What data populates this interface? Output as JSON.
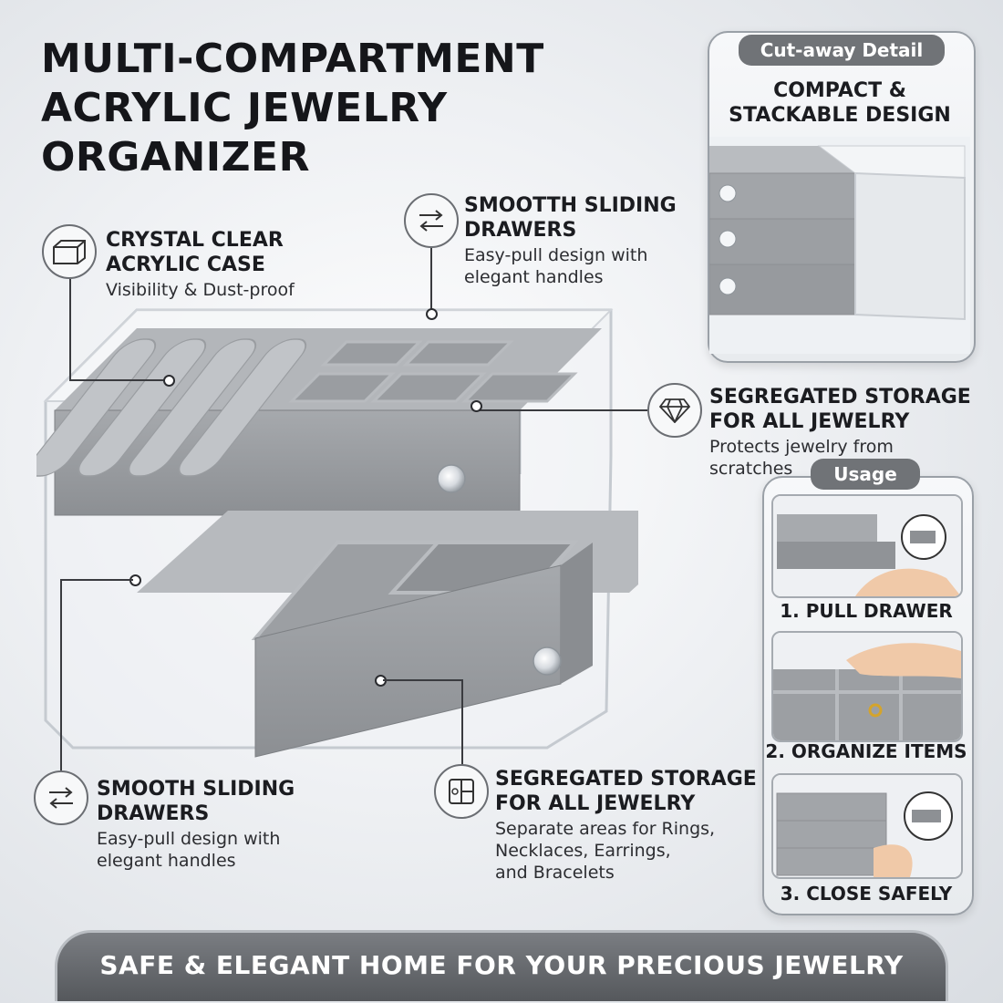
{
  "title": {
    "line1": "MULTI-COMPARTMENT",
    "line2": "ACRYLIC JEWELRY",
    "line3": "ORGANIZER"
  },
  "features": {
    "crystal": {
      "heading1": "CRYSTAL CLEAR",
      "heading2": "ACRYLIC CASE",
      "desc": "Visibility & Dust-proof",
      "icon": "acrylic-box-icon"
    },
    "sliding_top": {
      "heading1": "SMOOTTH SLIDING",
      "heading2": "DRAWERS",
      "desc1": "Easy-pull design with",
      "desc2": "elegant handles",
      "icon": "sliding-arrows-icon"
    },
    "segregated_right": {
      "heading1": "SEGREGATED STORAGE",
      "heading2": "FOR ALL JEWELRY",
      "desc1": "Protects jewelry from",
      "desc2": "scratches",
      "icon": "diamond-icon"
    },
    "sliding_bottom": {
      "heading1": "SMOOTH SLIDING",
      "heading2": "DRAWERS",
      "desc1": "Easy-pull design with",
      "desc2": "elegant handles",
      "icon": "sliding-arrows-icon"
    },
    "segregated_bottom": {
      "heading1": "SEGREGATED STORAGE",
      "heading2": "FOR ALL JEWELRY",
      "desc1": "Separate areas for Rings,",
      "desc2": "Necklaces, Earrings,",
      "desc3": "and Bracelets",
      "icon": "compartments-icon"
    }
  },
  "cutaway": {
    "tag": "Cut-away Detail",
    "heading1": "COMPACT &",
    "heading2": "STACKABLE DESIGN"
  },
  "usage": {
    "tag": "Usage",
    "steps": [
      {
        "label": "1. PULL DRAWER"
      },
      {
        "label": "2. ORGANIZE ITEMS"
      },
      {
        "label": "3. CLOSE SAFELY"
      }
    ]
  },
  "banner": "SAFE & ELEGANT HOME FOR YOUR PRECIOUS JEWELRY",
  "colors": {
    "velvet": "#9c9fa3",
    "velvet_dark": "#7e8185",
    "acrylic": "#e9ecef",
    "banner": "#5f6266"
  }
}
